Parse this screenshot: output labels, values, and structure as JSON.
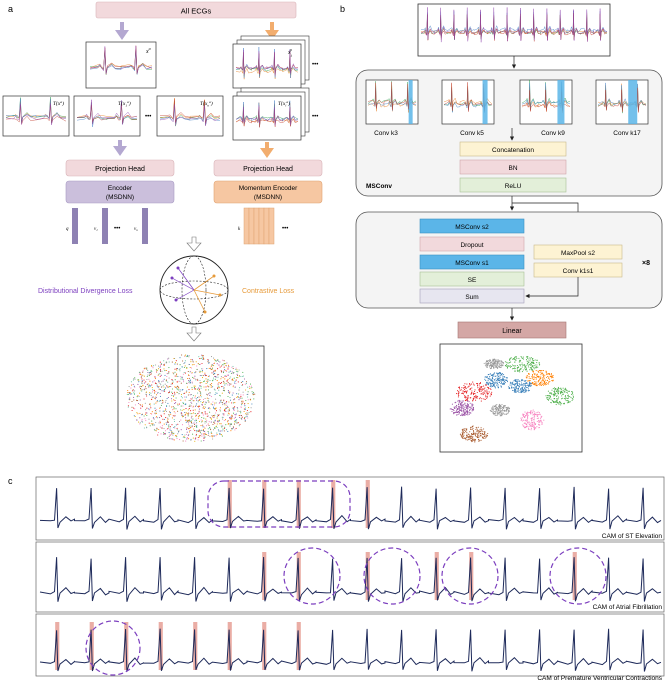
{
  "panel_labels": {
    "a": "a",
    "b": "b",
    "c": "c"
  },
  "panel_a": {
    "all_ecgs": "All ECGs",
    "x_a": "x",
    "x_a_sup": "a",
    "x_i": "x",
    "x_i_sup": "a",
    "x_i_sub": "i",
    "t1": "T(x",
    "t2": "T(x",
    "t3": "T(x",
    "t4": "T(x",
    "dots": "•••",
    "projection_head_left": "Projection Head",
    "projection_head_right": "Projection Head",
    "encoder_line1": "Encoder",
    "encoder_line2": "(MSDNN)",
    "momentum_line1": "Momentum Encoder",
    "momentum_line2": "(MSDNN)",
    "q": "q",
    "v1": "v",
    "vn": "v",
    "k": "k",
    "dist_loss": "Distributional Divergence Loss",
    "contrastive_loss": "Contrastive Loss"
  },
  "panel_b": {
    "convs": [
      "Conv k3",
      "Conv k5",
      "Conv k9",
      "Conv k17"
    ],
    "concatenation": "Concatenation",
    "bn": "BN",
    "relu": "ReLU",
    "msconv": "MSConv",
    "msconv_s2": "MSConv s2",
    "dropout": "Dropout",
    "msconv_s1": "MSConv s1",
    "se": "SE",
    "sum": "Sum",
    "maxpool": "MaxPool s2",
    "conv_k1s1": "Conv k1s1",
    "times8": "×8",
    "linear": "Linear"
  },
  "panel_c": {
    "cam1": "CAM of ST Elevation",
    "cam2": "CAM of Atrial Fibrillation",
    "cam3": "CAM of Premature Ventricular Contractions"
  },
  "colors": {
    "pink_box": "#f2d9dc",
    "purple_box": "#cbbfdc",
    "orange_box": "#f6c7a2",
    "blue_box": "#5bb5e8",
    "yellow_box": "#fdf3d3",
    "green_box": "#e3efd9",
    "lavender_box": "#e7e6f0",
    "linear_box": "#d4a7a5",
    "purple_text": "#7c3fbf",
    "orange_text": "#e69a3a",
    "cam_blue": "#1e2a5a",
    "cam_red": "#8b1a1a"
  }
}
